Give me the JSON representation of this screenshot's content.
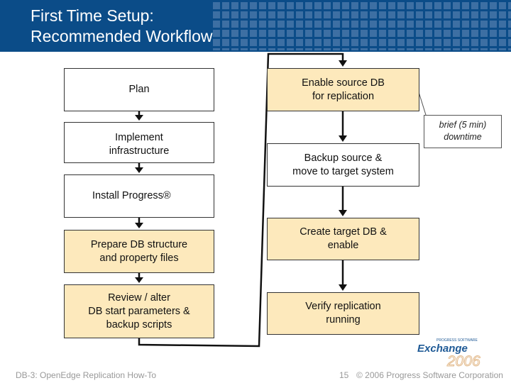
{
  "header": {
    "title_line1": "First Time Setup:",
    "title_line2": "Recommended Workflow"
  },
  "left_steps": [
    "Plan",
    "Implement\ninfrastructure",
    "Install Progress®",
    "Prepare DB structure\nand property files",
    "Review / alter\nDB start parameters &\nbackup scripts"
  ],
  "right_steps": [
    "Enable source DB\nfor replication",
    "Backup source &\nmove to target system",
    "Create target DB &\nenable",
    "Verify replication\nrunning"
  ],
  "note": "brief (5 min)\ndowntime",
  "footer": {
    "left": "DB-3: OpenEdge Replication How-To",
    "page": "15",
    "copyright": "© 2006 Progress Software Corporation",
    "logo_text": "Exchange 2006",
    "logo_small": "PROGRESS SOFTWARE"
  },
  "colors": {
    "header": "#0b4c88",
    "highlight_box": "#fde9bc"
  }
}
